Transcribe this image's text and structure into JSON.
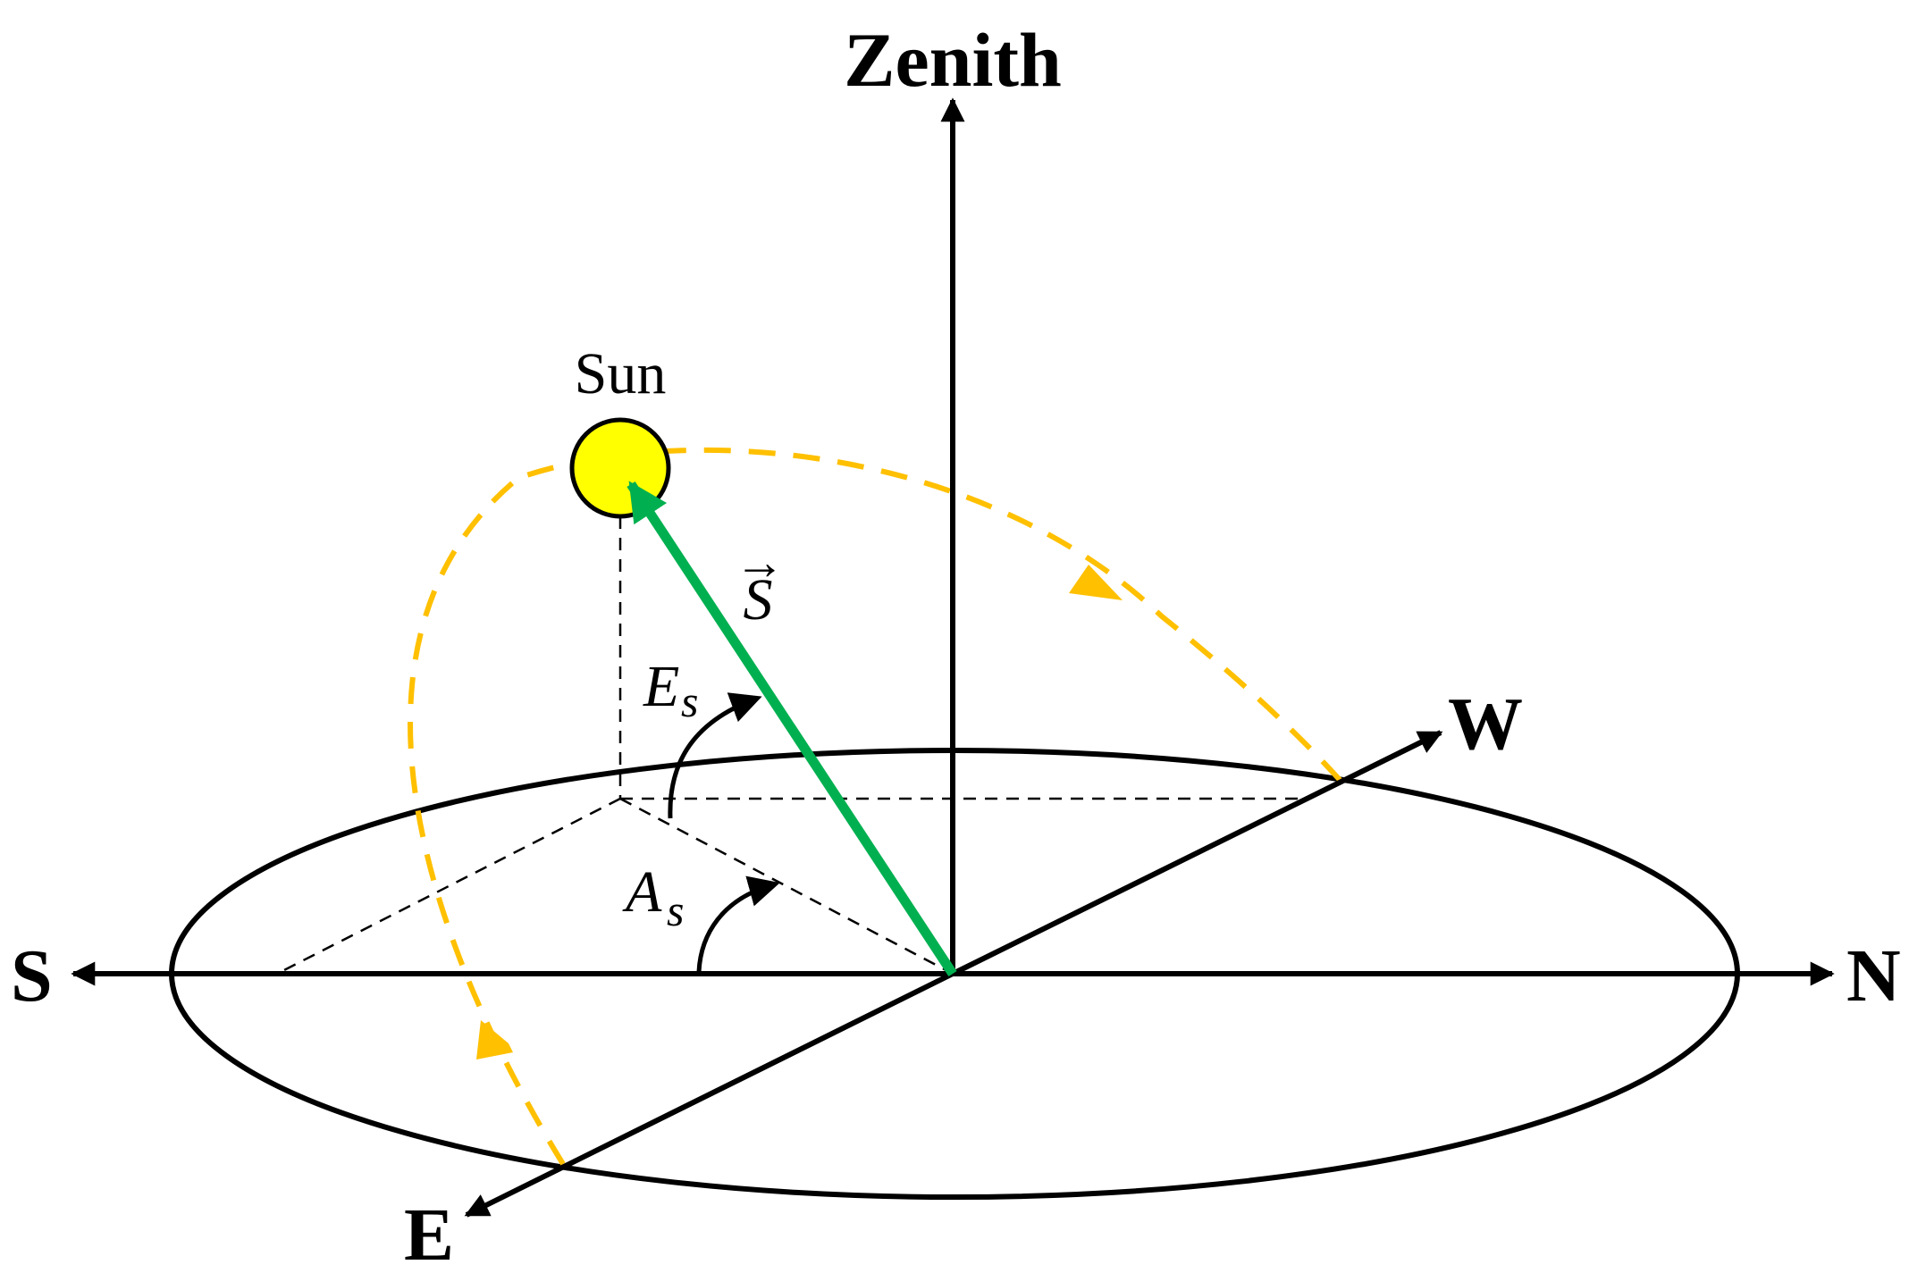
{
  "labels": {
    "zenith": "Zenith",
    "north": "N",
    "south": "S",
    "east": "E",
    "west": "W",
    "sun": "Sun",
    "sun_vector_symbol": "S",
    "sun_vector_arrow": "⃗",
    "elevation_symbol": "E",
    "elevation_subscript": "s",
    "azimuth_symbol": "A",
    "azimuth_subscript": "s"
  },
  "colors": {
    "axis": "#000000",
    "sun_fill": "#ffff00",
    "sun_vector": "#00b050",
    "sun_path": "#ffc000",
    "guide_lines": "#000000"
  },
  "icons": {
    "sun": "sun-icon"
  }
}
